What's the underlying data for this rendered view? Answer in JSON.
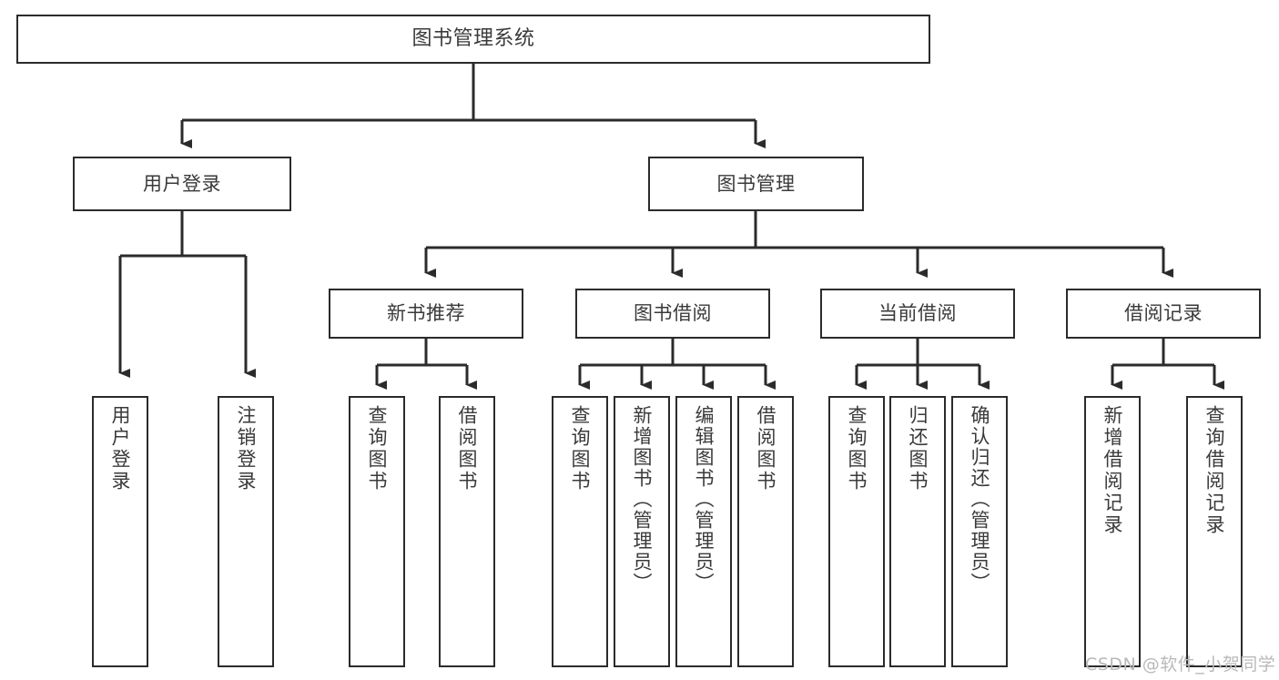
{
  "diagram": {
    "type": "tree-hierarchy",
    "title": "图书管理系统",
    "watermark": "CSDN @软件_小贺同学",
    "colors": {
      "box_border": "#2b2b2b",
      "box_fill": "#ffffff",
      "connector": "#2b2b2b",
      "text": "#3a3a3a",
      "watermark": "#b9b9b9",
      "background": "#ffffff"
    },
    "nodes": {
      "root": {
        "label": "图书管理系统"
      },
      "level1": [
        {
          "id": "user-login",
          "label": "用户登录"
        },
        {
          "id": "book-manage",
          "label": "图书管理"
        }
      ],
      "level2": [
        {
          "id": "new-book-rec",
          "label": "新书推荐"
        },
        {
          "id": "book-borrow",
          "label": "图书借阅"
        },
        {
          "id": "current-borrow",
          "label": "当前借阅"
        },
        {
          "id": "borrow-record",
          "label": "借阅记录"
        }
      ],
      "leaves": {
        "user_login": [
          {
            "id": "leaf-user-login",
            "label": "用户登录"
          },
          {
            "id": "leaf-logout-login",
            "label": "注销登录"
          }
        ],
        "new_book_rec": [
          {
            "id": "leaf-query-book-1",
            "label": "查询图书"
          },
          {
            "id": "leaf-borrow-book-1",
            "label": "借阅图书"
          }
        ],
        "book_borrow": [
          {
            "id": "leaf-query-book-2",
            "label": "查询图书"
          },
          {
            "id": "leaf-add-book",
            "label": "新增图书（管理员）"
          },
          {
            "id": "leaf-edit-book",
            "label": "编辑图书（管理员）"
          },
          {
            "id": "leaf-borrow-book-2",
            "label": "借阅图书"
          }
        ],
        "current_borrow": [
          {
            "id": "leaf-query-book-3",
            "label": "查询图书"
          },
          {
            "id": "leaf-return-book",
            "label": "归还图书"
          },
          {
            "id": "leaf-confirm-return",
            "label": "确认归还（管理员）"
          }
        ],
        "borrow_record": [
          {
            "id": "leaf-add-record",
            "label": "新增借阅记录"
          },
          {
            "id": "leaf-query-record",
            "label": "查询借阅记录"
          }
        ]
      }
    }
  }
}
